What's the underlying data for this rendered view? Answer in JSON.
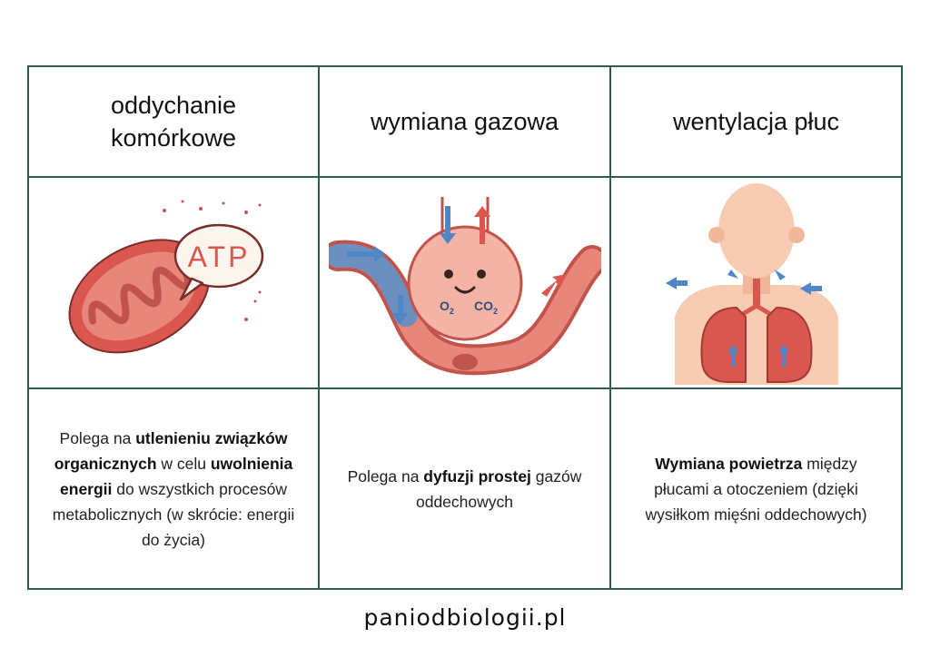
{
  "table": {
    "headers": [
      "oddychanie komórkowe",
      "wymiana gazowa",
      "wentylacja płuc"
    ],
    "illustrations": {
      "mitochondrion_label": "ATP",
      "o2_label": "O",
      "o2_sub": "2",
      "co2_label": "CO",
      "co2_sub": "2"
    },
    "descriptions": {
      "cell1": {
        "p1": "Polega na ",
        "b1": "utlenieniu związków organicznych",
        "p2": " w celu ",
        "b2": "uwolnienia energii",
        "p3": " do wszystkich procesów metabolicznych (w skrócie: energii do życia)"
      },
      "cell2": {
        "p1": "Polega na ",
        "b1": "dyfuzji prostej",
        "p2": " gazów oddechowych"
      },
      "cell3": {
        "b1": "Wymiana powietrza",
        "p1": " między płucami a otoczeniem (dzięki wysiłkom mięśni oddechowych)"
      }
    }
  },
  "footer": "paniodbiologii.pl",
  "colors": {
    "border": "#2e5e4a",
    "red": "#d9574f",
    "pink": "#f4b3a4",
    "blue": "#4f86c6",
    "skin": "#f8cbb3"
  }
}
